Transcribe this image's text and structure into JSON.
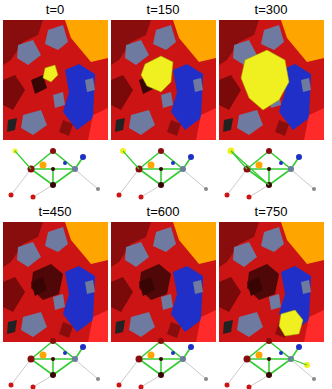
{
  "diagram": {
    "labels": [
      "t=0",
      "t=150",
      "t=300",
      "t=450",
      "t=600",
      "t=750"
    ]
  }
}
